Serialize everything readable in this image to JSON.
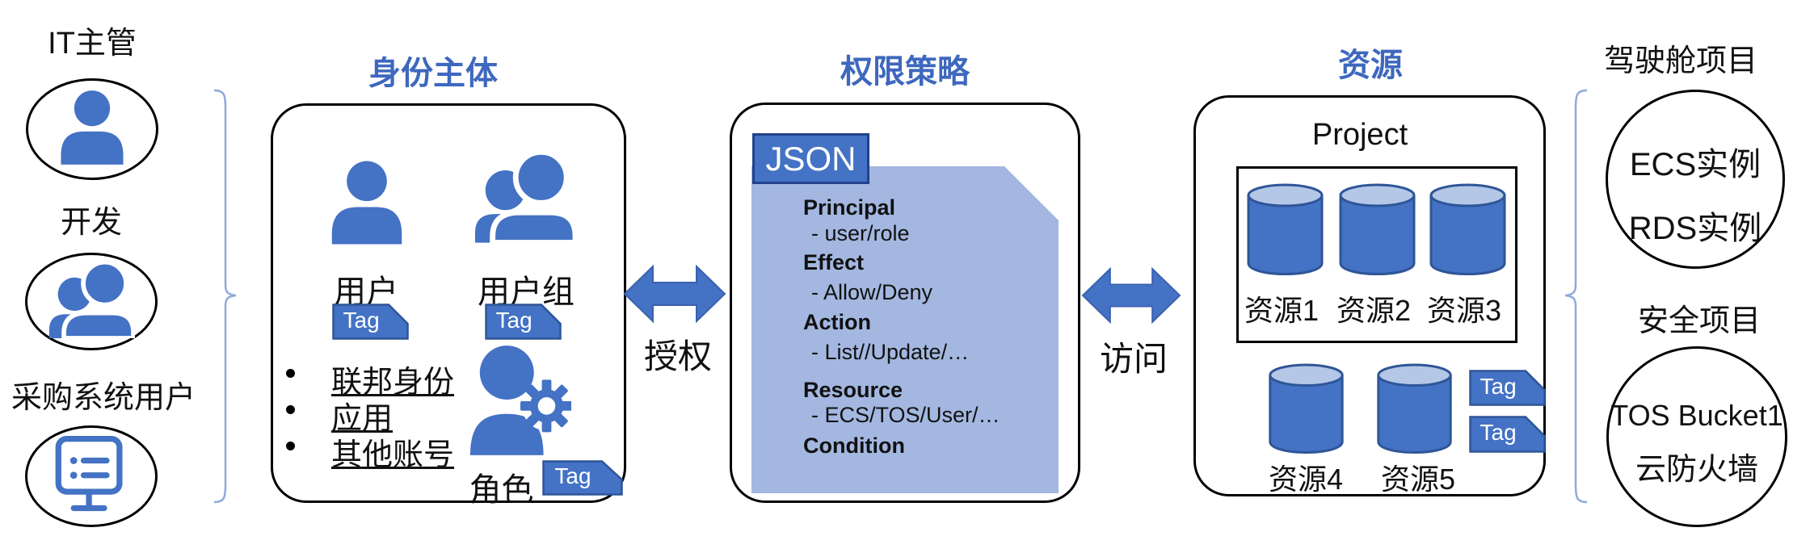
{
  "colors": {
    "accent": "#4472C4",
    "accent_border": "#2E5597",
    "accent_dark": "#24418C",
    "document_fill": "#A3B7E0",
    "cylinder_top": "#B4C7E7",
    "brace": "#8FAADC",
    "title_blue": "#3E68BE"
  },
  "icons": {
    "actor1": "user-icon",
    "actor2": "user-group-icon",
    "actor3": "system-monitor-icon",
    "identity_user": "user-icon",
    "identity_group": "user-group-icon",
    "identity_role": "user-gear-icon",
    "resource": "database-cylinder-icon",
    "link": "double-arrow-icon"
  },
  "actors": [
    {
      "label": "IT主管"
    },
    {
      "label": "开发"
    },
    {
      "label": "采购系统用户"
    }
  ],
  "identity": {
    "title": "身份主体",
    "user_label": "用户",
    "group_label": "用户组",
    "role_label": "角色",
    "tag_label": "Tag",
    "bullets": [
      "联邦身份",
      "应用",
      "其他账号"
    ]
  },
  "arrows": {
    "authorize": "授权",
    "access": "访问"
  },
  "policy": {
    "title": "权限策略",
    "badge": "JSON",
    "fields": [
      {
        "name": "Principal",
        "value": "- user/role"
      },
      {
        "name": "Effect",
        "value": "- Allow/Deny"
      },
      {
        "name": "Action",
        "value": "- List//Update/…"
      },
      {
        "name": "Resource",
        "value": "- ECS/TOS/User/…"
      },
      {
        "name": "Condition",
        "value": ""
      }
    ]
  },
  "resources": {
    "title": "资源",
    "project_label": "Project",
    "project_resources": [
      "资源1",
      "资源2",
      "资源3"
    ],
    "standalone_resources": [
      "资源4",
      "资源5"
    ],
    "tag_label": "Tag"
  },
  "projects": [
    {
      "title": "驾驶舱项目",
      "members": [
        "ECS实例",
        "RDS实例"
      ]
    },
    {
      "title": "安全项目",
      "members": [
        "TOS Bucket1",
        "云防火墙"
      ]
    }
  ]
}
